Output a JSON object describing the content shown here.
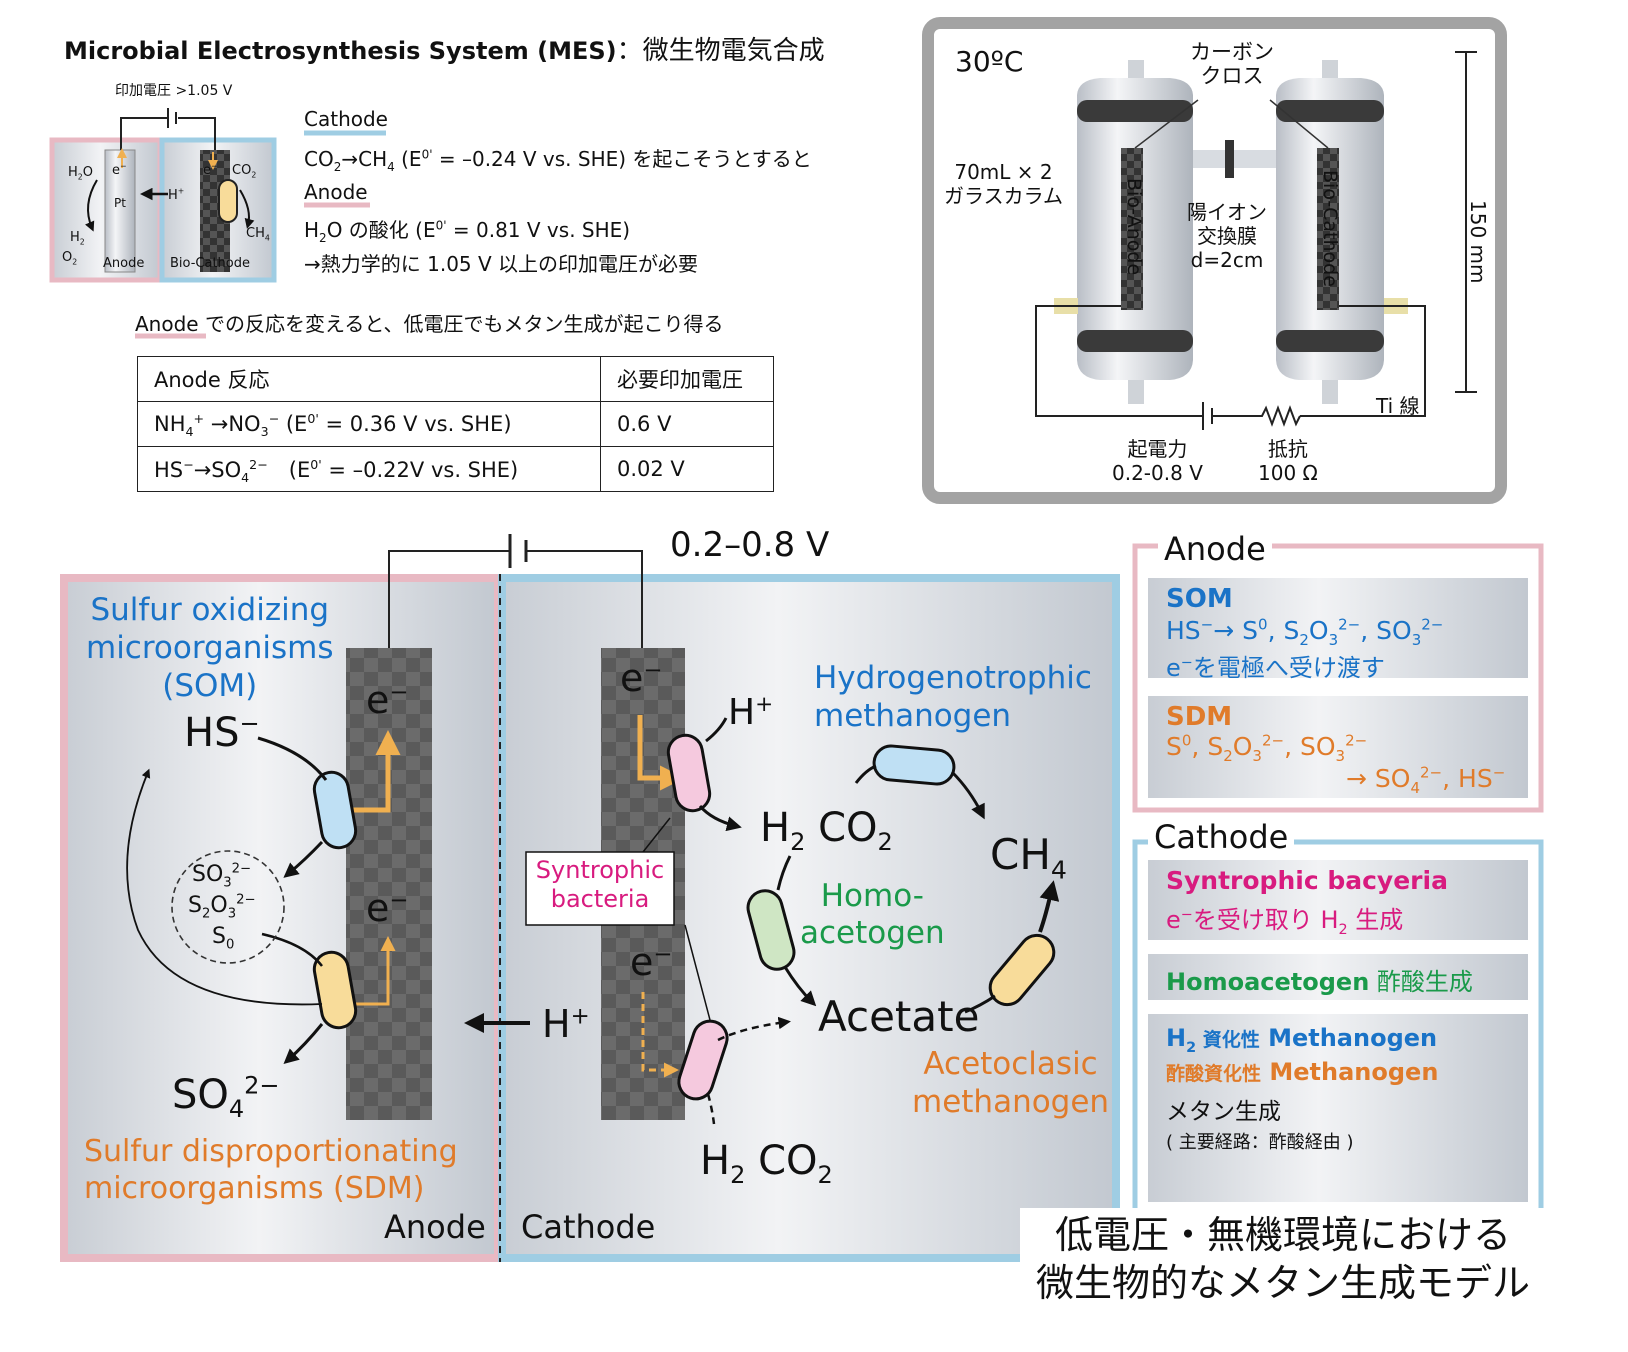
{
  "mes": {
    "title_en": "Microbial Electrosynthesis System (MES)",
    "title_jp": "：微生物電気合成",
    "applied_voltage": "印加電圧 >1.05 V",
    "small_cell": {
      "h2o": "H",
      "h2o_sub": "2",
      "h2o_o": "O",
      "e": "e",
      "e_sup": "−",
      "pt": "Pt",
      "hplus": "H",
      "hplus_sup": "+",
      "h2": "H",
      "h2_sub": "2",
      "o2": "O",
      "o2_sub": "2",
      "anode": "Anode",
      "co2": "CO",
      "co2_sub": "2",
      "ch4": "CH",
      "ch4_sub": "4",
      "e2": "e",
      "e2_sup": "−",
      "biocathode": "Bio-Cathode"
    },
    "cathode_label": "Cathode",
    "cathode_line": {
      "a": "CO",
      "a_sub": "2",
      "b": "→CH",
      "b_sub": "4",
      "c": " (E",
      "c_sup": "0'",
      "d": " = –0.24 V vs. SHE) を起こそうとすると"
    },
    "anode_label": "Anode",
    "anode_line": {
      "a": "H",
      "a_sub": "2",
      "b": "O の酸化 (E",
      "b_sup": "0'",
      "c": " = 0.81 V vs. SHE)"
    },
    "anode_line2": "→熱力学的に 1.05 V 以上の印加電圧が必要",
    "table_caption_a": "Anode",
    "table_caption_b": " での反応を変えると、低電圧でもメタン生成が起こり得る",
    "table_header": [
      "Anode 反応",
      "必要印加電圧"
    ],
    "row1": {
      "a": "NH",
      "a_sub": "4",
      "a_sup": "+",
      "b": " →NO",
      "b_sub": "3",
      "b_sup": "−",
      "c": " (E",
      "c_sup": "0'",
      "d": " = 0.36 V vs. SHE)",
      "v": "0.6 V"
    },
    "row2": {
      "a": "HS",
      "a_sup": "−",
      "b": "→SO",
      "b_sub": "4",
      "b_sup": "2−",
      "c": "　(E",
      "c_sup": "0'",
      "d": " = –0.22V vs. SHE)",
      "v": "0.02 V"
    }
  },
  "reactor": {
    "temp": "30ºC",
    "carbon_cloth": "カーボン\nクロス",
    "volume": "70mL × 2\nガラスカラム",
    "bio_anode": "Bio-Anode",
    "bio_cathode": "Bio-Cathode",
    "membrane": "陽イオン\n交換膜\nd=2cm",
    "height": "150 mm",
    "ti_wire": "Ti 線",
    "emf": "起電力\n0.2-0.8 V",
    "resistance": "抵抗\n100 Ω"
  },
  "model": {
    "voltage": "0.2–0.8 V",
    "som_title": "Sulfur oxidizing\nmicroorganisms\n(SOM)",
    "hs": "HS",
    "hs_sup": "−",
    "e_anode_1": "e",
    "e_anode_1_sup": "−",
    "e_anode_2": "e",
    "e_anode_2_sup": "−",
    "pool_1": "SO",
    "pool_1_sub": "3",
    "pool_1_sup": "2−",
    "pool_2a": "S",
    "pool_2a_sub": "2",
    "pool_2b": "O",
    "pool_2b_sub": "3",
    "pool_2_sup": "2−",
    "pool_3": "S",
    "pool_3_sub": "0",
    "so4": "SO",
    "so4_sub": "4",
    "so4_sup": "2−",
    "sdm_title": "Sulfur disproportionating\nmicroorganisms (SDM)",
    "anode_label": "Anode",
    "cathode_label": "Cathode",
    "hplus_mid": "H",
    "hplus_mid_sup": "+",
    "e_cat_1": "e",
    "e_cat_1_sup": "−",
    "e_cat_2": "e",
    "e_cat_2_sup": "−",
    "hplus_cat": "H",
    "hplus_cat_sup": "+",
    "syntrophic": "Syntrophic\nbacteria",
    "h2co2_top": {
      "a": "H",
      "a_sub": "2",
      "b": " CO",
      "b_sub": "2"
    },
    "h2co2_bottom": {
      "a": "H",
      "a_sub": "2",
      "b": " CO",
      "b_sub": "2"
    },
    "hydrogenotrophic": "Hydrogenotrophic\nmethanogen",
    "ch4": "CH",
    "ch4_sub": "4",
    "homoacetogen": "Homo-\nacetogen",
    "acetate": "Acetate",
    "acetoclastic": "Acetoclasic\nmethanogen"
  },
  "legend": {
    "anode_title": "Anode",
    "som_label": "SOM",
    "som_line1": {
      "a": "HS",
      "a_sup": "−",
      "b": "→ S",
      "b_sup": "0",
      "c": ", S",
      "c_sub": "2",
      "d": "O",
      "d_sub": "3",
      "d_sup": "2−",
      "e": ", SO",
      "e_sub": "3",
      "e_sup": "2−"
    },
    "som_line2": {
      "a": "e",
      "a_sup": "−",
      "b": "を電極へ受け渡す"
    },
    "sdm_label": "SDM",
    "sdm_line1": {
      "a": "S",
      "a_sup": "0",
      "b": ", S",
      "b_sub": "2",
      "c": "O",
      "c_sub": "3",
      "c_sup": "2−",
      "d": ", SO",
      "d_sub": "3",
      "d_sup": "2−"
    },
    "sdm_line2": {
      "a": "→ SO",
      "a_sub": "4",
      "a_sup": "2−",
      "b": ", HS",
      "b_sup": "−"
    },
    "cathode_title": "Cathode",
    "syn_label": "Syntrophic bacyeria",
    "syn_line": {
      "a": "e",
      "a_sup": "−",
      "b": "を受け取り H",
      "b_sub": "2",
      "c": " 生成"
    },
    "homo_label": "Homoacetogen",
    "homo_jp": " 酢酸生成",
    "meth_line1": {
      "a": "H",
      "a_sub": "2",
      "b": " 資化性",
      "c": " Methanogen"
    },
    "meth_line2": {
      "a": "酢酸資化性",
      "b": " Methanogen"
    },
    "meth_line3": "メタン生成",
    "meth_line4": "( 主要経路：酢酸経由 )"
  },
  "caption": "低電圧・無機環境における\n微生物的なメタン生成モデル",
  "colors": {
    "anode_pink": "#e8b9c3",
    "cathode_blue": "#9fcde3",
    "som_blue": "#1a73c7",
    "sdm_orange": "#e07b2a",
    "syn_magenta": "#d81b7f",
    "homo_green": "#1a9a4a",
    "electron_arrow": "#f0b050"
  }
}
